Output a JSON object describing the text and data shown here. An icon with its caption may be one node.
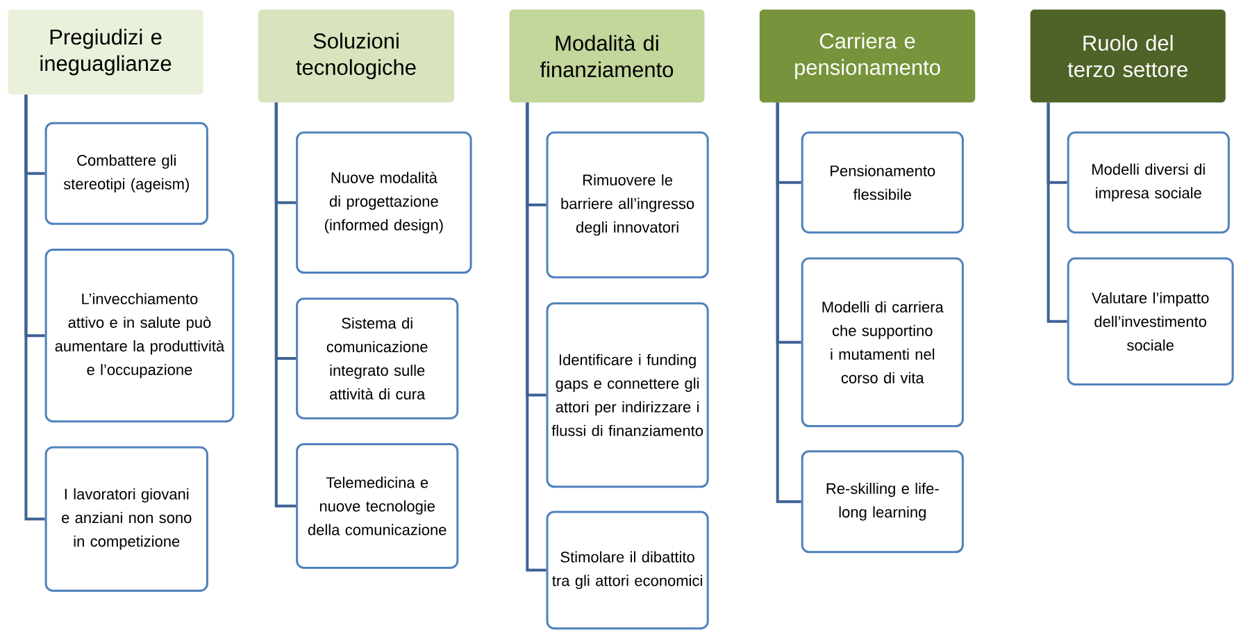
{
  "diagram": {
    "nodes": [
      {
        "text": [
          "Pregiudizi e ineguaglianze"
        ]
      },
      {
        "text": [
          "Soluzioni tecnologiche"
        ]
      },
      {
        "text": [
          "Modalità di finanziamento"
        ]
      },
      {
        "text": [
          "Carriera e pensionamento"
        ]
      },
      {
        "text": [
          "Ruolo del terzo settore"
        ]
      },
      {
        "text": [
          "Combattere gli stereotipi (ageism)"
        ]
      },
      {
        "text": [
          "L’invecchiamento attivo e in salute può aumentare la produttività e l’occupazione"
        ]
      },
      {
        "text": [
          "I lavoratori giovani e anziani non sono in competizione"
        ]
      },
      {
        "text": [
          "Nuove modalità di progettazione (informed design)"
        ]
      },
      {
        "text": [
          "Sistema di comunicazione integrato sulle attività di cura"
        ]
      },
      {
        "text": [
          "Telemedicina e nuove tecnologie della comunicazione"
        ]
      },
      {
        "text": [
          "Rimuovere le barriere all’ingresso degli innovatori"
        ]
      },
      {
        "text": [
          "Identificare i funding gaps e connettere gli attori per indirizzare i flussi di finanziamento"
        ]
      },
      {
        "text": [
          "Stimolare il dibattito tra gli attori economici"
        ]
      },
      {
        "text": [
          "Pensionamento flessibile"
        ]
      },
      {
        "text": [
          "Modelli di carriera che supportino i mutamenti nel corso di vita"
        ]
      },
      {
        "text": [
          "Re-skilling e life-long learning"
        ]
      },
      {
        "text": [
          "Modelli diversi di impresa sociale"
        ]
      },
      {
        "text": [
          "Valutare l’impatto dell’investimento sociale"
        ]
      }
    ],
    "edges": [
      {
        "from": 0,
        "to": 5,
        "arrow": "none"
      },
      {
        "from": 0,
        "to": 6,
        "arrow": "none"
      },
      {
        "from": 0,
        "to": 7,
        "arrow": "none"
      },
      {
        "from": 1,
        "to": 8,
        "arrow": "none"
      },
      {
        "from": 1,
        "to": 9,
        "arrow": "none"
      },
      {
        "from": 1,
        "to": 10,
        "arrow": "none"
      },
      {
        "from": 2,
        "to": 11,
        "arrow": "none"
      },
      {
        "from": 2,
        "to": 12,
        "arrow": "none"
      },
      {
        "from": 2,
        "to": 13,
        "arrow": "none"
      },
      {
        "from": 3,
        "to": 14,
        "arrow": "none"
      },
      {
        "from": 3,
        "to": 15,
        "arrow": "none"
      },
      {
        "from": 3,
        "to": 16,
        "arrow": "none"
      },
      {
        "from": 4,
        "to": 17,
        "arrow": "none"
      },
      {
        "from": 4,
        "to": 18,
        "arrow": "none"
      }
    ]
  }
}
